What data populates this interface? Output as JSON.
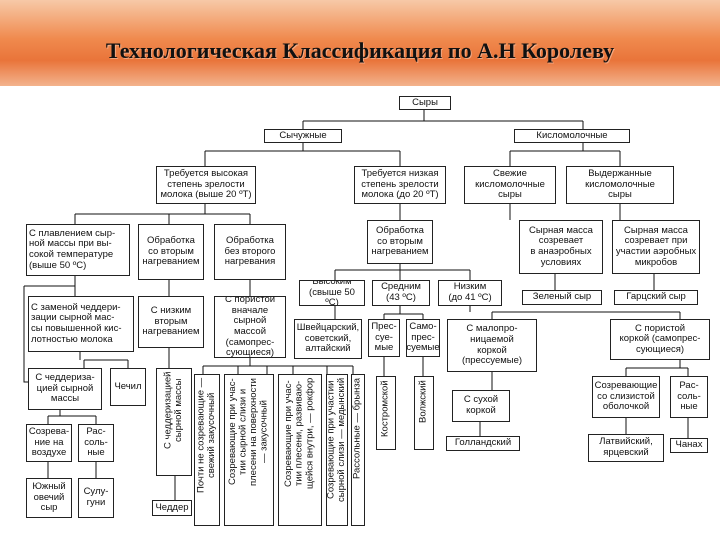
{
  "title": "Технологическая Классификация по А.Н Королеву",
  "nodes": {
    "root": "Сыры",
    "rennet": "Сычужные",
    "sourmilk": "Кисломолочные",
    "high_maturity": "Требуется высокая\nстепень зрелости\nмолока (выше 20 ºТ)",
    "low_maturity": "Требуется низкая\nстепень зрелости\nмолока (до 20 ºТ)",
    "fresh": "Свежие\nкисломолочные\nсыры",
    "aged": "Выдержанные\nкисломолочные\nсыры",
    "melt": "С плавлением сыр-\nной массы при вы-\nсокой температуре\n(выше 50 ºС)",
    "second_heat": "Обработка\nсо вторым\nнагреванием",
    "no_second_heat": "Обработка\nбез второго\nнагревания",
    "low_second_heat": "Обработка\nсо вторым\nнагреванием",
    "anaerobic": "Сырная масса\nсозревает\nв анаэробных\nусловиях",
    "aerobic": "Сырная масса\nсозревает при\nучастии аэробных\nмикробов",
    "cheddar_replace": "С заменой чеддери-\nзации сырной мас-\nсы повышенной кис-\nлотностью молока",
    "low_heat": "С низким\nвторым\nнагреванием",
    "porous_top": "С пористой\nвначале сырной\nмассой\n(самопрес-\nсующиеся)",
    "high_temp": "Высоким\n(свыше 50 ºС)",
    "mid_temp": "Средним\n(43 ºС)",
    "low_temp": "Низким\n(до 41 ºС)",
    "zeleny": "Зеленый сыр",
    "garsky": "Гарцский сыр",
    "swiss": "Швейцарский,\nсоветский,\nалтайский",
    "pressed": "Прес-\nсуе-\nмые",
    "selfpressed": "Само-\nпрес-\nсуемые",
    "low_porous_rind": "С малопро-\nницаемой\nкоркой\n(прессуемые)",
    "porous_rind": "С пористой\nкоркой (самопрес-\nсующиеся)",
    "cheddar_mass": "С чеддериза-\nцией сырной\nмассы",
    "chechil": "Чечил",
    "cheddar_v": "С чеддеризацией\nсырной массы",
    "almost_none_v": "Почти не созревающие —\nсвежий закусочный",
    "mold_v": "Созревающие при учас-\nтии сырной слизи и\nплесени на поверхности\n— закусочный",
    "mold_inside_v": "Созревающие при учас-\nтии плесени, развиваю-\nщейся внутри, — рокфор",
    "slime_v": "Созревающие при участии\nсырной слизи — медынский",
    "brine_v": "Рассольные — брынза",
    "kostroma_v": "Костромской",
    "volzhsky_v": "Волжский",
    "dry_rind": "С сухой\nкоркой",
    "slimy_rind": "Созревающие\nсо слизистой\nоболочкой",
    "brine_right": "Рас-\nсоль-\nные",
    "ripen_air": "Созрева-\nние на\nвоздухе",
    "brine_left": "Рас-\nсоль-\nные",
    "cheddar": "Чеддер",
    "dutch": "Голландский",
    "latvian": "Латвийский,\nярцевский",
    "chanakh": "Чанах",
    "southern": "Южный\nовечий\nсыр",
    "suluguni": "Сулу-\nгуни"
  }
}
